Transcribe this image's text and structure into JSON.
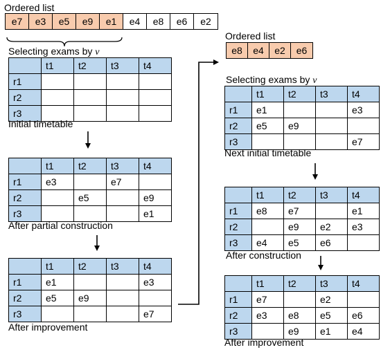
{
  "left": {
    "ordered_list_title": "Ordered list",
    "ordered_list": [
      {
        "text": "e7",
        "selected": true
      },
      {
        "text": "e3",
        "selected": true
      },
      {
        "text": "e5",
        "selected": true
      },
      {
        "text": "e9",
        "selected": true
      },
      {
        "text": "e1",
        "selected": true
      },
      {
        "text": "e4",
        "selected": false
      },
      {
        "text": "e8",
        "selected": false
      },
      {
        "text": "e6",
        "selected": false
      },
      {
        "text": "e2",
        "selected": false
      }
    ],
    "selecting_text": "Selecting exams by",
    "selecting_var": "v",
    "tables": [
      {
        "headers": [
          "",
          "t1",
          "t2",
          "t3",
          "t4"
        ],
        "rows": [
          [
            "r1",
            "",
            "",
            "",
            ""
          ],
          [
            "r2",
            "",
            "",
            "",
            ""
          ],
          [
            "r3",
            "",
            "",
            "",
            ""
          ]
        ],
        "caption": "Initial timetable"
      },
      {
        "headers": [
          "",
          "t1",
          "t2",
          "t3",
          "t4"
        ],
        "rows": [
          [
            "r1",
            "e3",
            "",
            "e7",
            ""
          ],
          [
            "r2",
            "",
            "e5",
            "",
            "e9"
          ],
          [
            "r3",
            "",
            "",
            "",
            "e1"
          ]
        ],
        "caption": "After partial construction"
      },
      {
        "headers": [
          "",
          "t1",
          "t2",
          "t3",
          "t4"
        ],
        "rows": [
          [
            "r1",
            "e1",
            "",
            "",
            "e3"
          ],
          [
            "r2",
            "e5",
            "e9",
            "",
            ""
          ],
          [
            "r3",
            "",
            "",
            "",
            "e7"
          ]
        ],
        "caption": "After improvement"
      }
    ]
  },
  "right": {
    "ordered_list_title": "Ordered list",
    "ordered_list": [
      {
        "text": "e8",
        "selected": true
      },
      {
        "text": "e4",
        "selected": true
      },
      {
        "text": "e2",
        "selected": true
      },
      {
        "text": "e6",
        "selected": true
      }
    ],
    "selecting_text": "Selecting exams by",
    "selecting_var": "v",
    "tables": [
      {
        "headers": [
          "",
          "t1",
          "t2",
          "t3",
          "t4"
        ],
        "rows": [
          [
            "r1",
            "e1",
            "",
            "",
            "e3"
          ],
          [
            "r2",
            "e5",
            "e9",
            "",
            ""
          ],
          [
            "r3",
            "",
            "",
            "",
            "e7"
          ]
        ],
        "caption": "Next initial timetable"
      },
      {
        "headers": [
          "",
          "t1",
          "t2",
          "t3",
          "t4"
        ],
        "rows": [
          [
            "r1",
            "e8",
            "e7",
            "",
            "e1"
          ],
          [
            "r2",
            "",
            "e9",
            "e2",
            "e3"
          ],
          [
            "r3",
            "e4",
            "e5",
            "e6",
            ""
          ]
        ],
        "caption": "After construction"
      },
      {
        "headers": [
          "",
          "t1",
          "t2",
          "t3",
          "t4"
        ],
        "rows": [
          [
            "r1",
            "e7",
            "",
            "e2",
            ""
          ],
          [
            "r2",
            "e3",
            "e8",
            "e5",
            "e6"
          ],
          [
            "r3",
            "",
            "e9",
            "e1",
            "e4"
          ]
        ],
        "caption": "After improvement"
      }
    ]
  },
  "colors": {
    "selected_exam": "#f8cbad",
    "table_header": "#bdd7ee"
  }
}
